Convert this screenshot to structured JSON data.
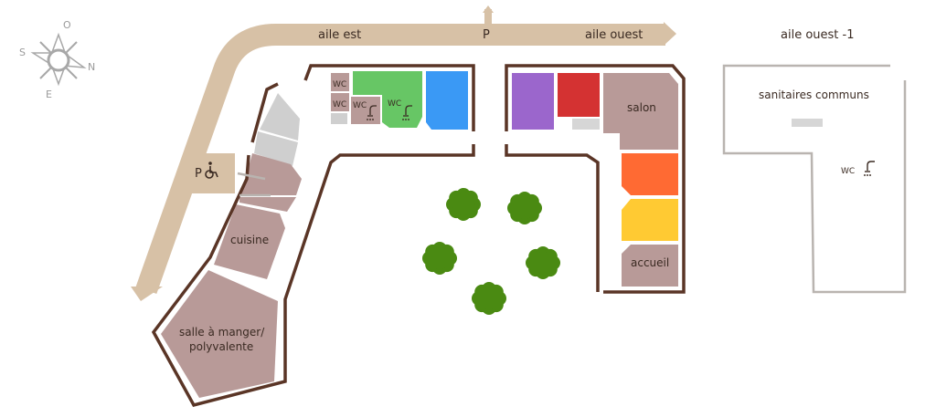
{
  "compass": {
    "north": "O",
    "west": "S",
    "east": "N",
    "south": "E"
  },
  "road": {
    "label_left": "aile est",
    "label_parking": "P",
    "label_right": "aile ouest",
    "parking_accessible": "P"
  },
  "annex": {
    "title": "aile ouest -1",
    "room": "sanitaires communs",
    "wc": "WC"
  },
  "east_wing": {
    "wc_1": "WC",
    "wc_2": "WC",
    "wc_3": "WC",
    "wc_green": "WC",
    "kitchen": "cuisine",
    "dining_line1": "salle à manger/",
    "dining_line2": "polyvalente"
  },
  "west_wing": {
    "lounge": "salon",
    "reception": "accueil"
  },
  "colors": {
    "road": "#d7c1a6",
    "wall": "#5a3526",
    "room_brown": "#b89a98",
    "room_grey": "#cfcfcf",
    "green_room": "#67c665",
    "blue_room": "#3a99f5",
    "purple_room": "#9b66cc",
    "red_room": "#d43232",
    "orange_room": "#ff6a33",
    "yellow_room": "#ffca33",
    "tree": "#4a8a12"
  },
  "icons": [
    "compass-rose-icon",
    "wheelchair-icon",
    "shower-icon",
    "tree-icon"
  ]
}
